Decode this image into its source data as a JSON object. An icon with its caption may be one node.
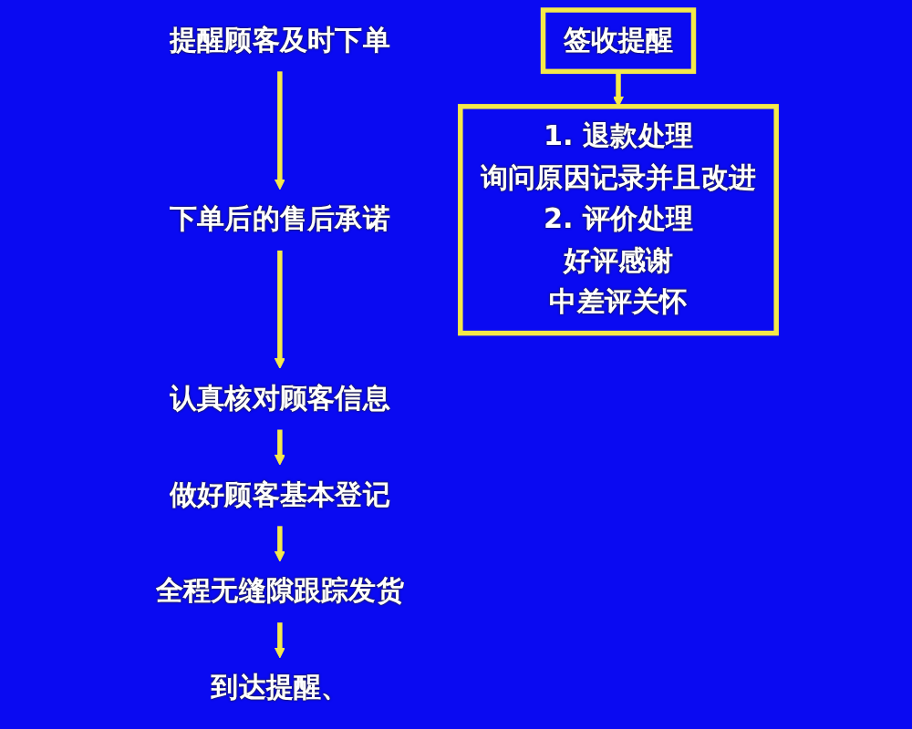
{
  "diagram": {
    "nodes": [
      {
        "text": [
          "提醒顾客及时下单"
        ]
      },
      {
        "text": [
          "下单后的售后承诺"
        ]
      },
      {
        "text": [
          "认真核对顾客信息"
        ]
      },
      {
        "text": [
          "做好顾客基本登记"
        ]
      },
      {
        "text": [
          "全程无缝隙跟踪发货"
        ]
      },
      {
        "text": [
          "到达提醒、"
        ]
      },
      {
        "text": [
          "签收提醒"
        ]
      },
      {
        "text": [
          "1. 退款处理",
          "询问原因记录并且改进",
          "2. 评价处理",
          "好评感谢",
          "中差评关怀"
        ]
      }
    ],
    "edges": [
      {
        "from": 0,
        "to": 1,
        "arrow": "to"
      },
      {
        "from": 1,
        "to": 2,
        "arrow": "to"
      },
      {
        "from": 2,
        "to": 3,
        "arrow": "to"
      },
      {
        "from": 3,
        "to": 4,
        "arrow": "to"
      },
      {
        "from": 4,
        "to": 5,
        "arrow": "to"
      },
      {
        "from": 6,
        "to": 7,
        "arrow": "to"
      }
    ]
  }
}
